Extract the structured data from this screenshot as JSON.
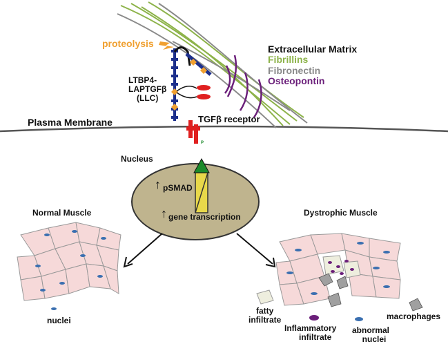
{
  "labels": {
    "proteolysis": "proteolysis",
    "ltbp_line1": "LTBP4-",
    "ltbp_line2": "LAPTGFβ",
    "ltbp_line3": "(LLC)",
    "plasma_membrane": "Plasma Membrane",
    "tgf_receptor": "TGFβ receptor",
    "phospho": "P",
    "nucleus": "Nucleus",
    "psmad": "pSMAD",
    "gene_transcription": "gene transcription",
    "normal_muscle": "Normal Muscle",
    "dystrophic_muscle": "Dystrophic Muscle",
    "nuclei": "nuclei",
    "fatty_infiltrate_1": "fatty",
    "fatty_infiltrate_2": "infiltrate",
    "inflammatory_1": "Inflammatory",
    "inflammatory_2": "infiltrate",
    "abnormal_nuclei_1": "abnormal",
    "abnormal_nuclei_2": "nuclei",
    "macrophages": "macrophages",
    "up_arrow": "↑"
  },
  "ecm_legend": {
    "title": "Extracellular Matrix",
    "items": [
      {
        "label": "Fibrillins",
        "color": "#8db34a"
      },
      {
        "label": "Fibronectin",
        "color": "#8a8a8a"
      },
      {
        "label": "Osteopontin",
        "color": "#6b1f7a"
      }
    ]
  },
  "colors": {
    "proteolysis": "#f0a030",
    "ltbp": "#1c2f8c",
    "receptor": "#e02020",
    "nucleus_fill": "#bfb48e",
    "cell_fill": "#f6d9d9",
    "nuclei": "#3a6fb0",
    "inflammatory": "#6b1f7a",
    "macrophage": "#a0a0a0",
    "fat": "#eeeede",
    "smad_green": "#1a8a2a",
    "smad_yellow": "#e8d84a"
  }
}
